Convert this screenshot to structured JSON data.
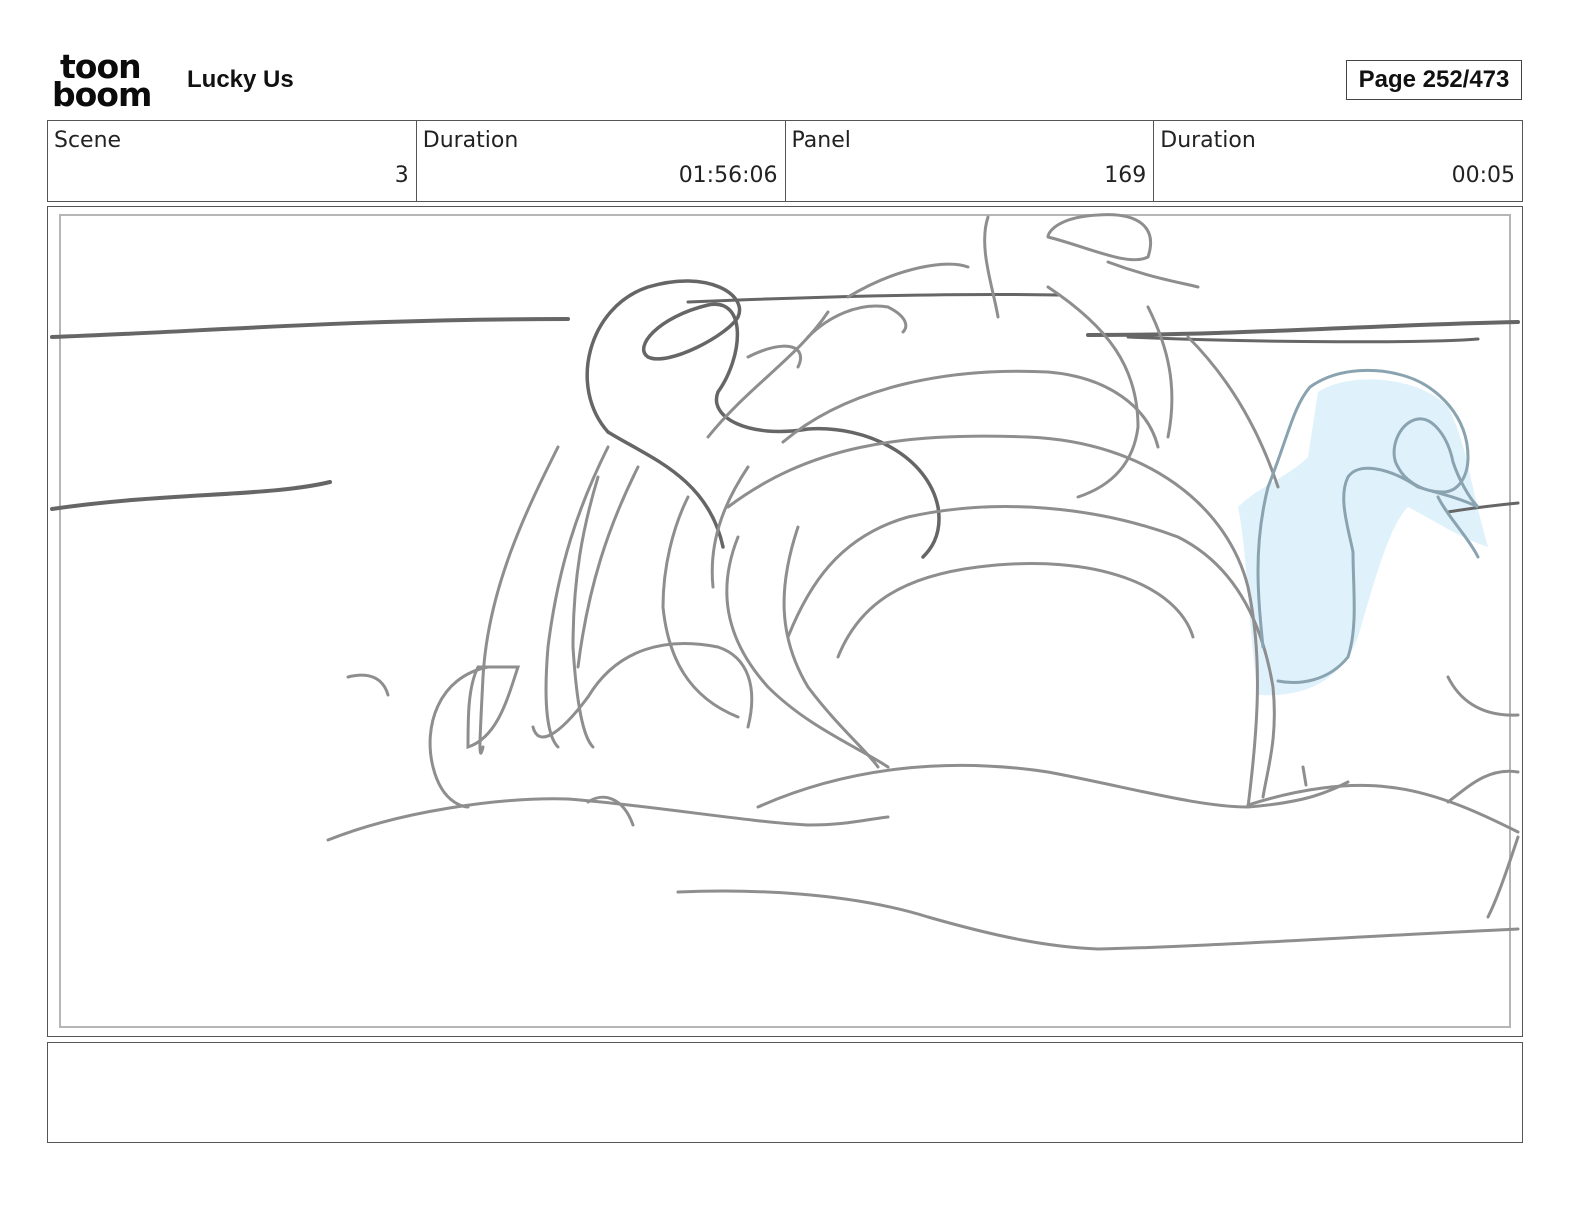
{
  "header": {
    "logo": {
      "line1": "toon",
      "line2": "boom"
    },
    "project_title": "Lucky Us",
    "page_label": "Page 252/473"
  },
  "info": {
    "scene_label": "Scene",
    "scene_value": "3",
    "scene_duration_label": "Duration",
    "scene_duration_value": "01:56:06",
    "panel_label": "Panel",
    "panel_value": "169",
    "panel_duration_label": "Duration",
    "panel_duration_value": "00:05"
  },
  "panel": {
    "sketch_color": "#8e8e8e",
    "dark_stroke_color": "#666666",
    "highlight_color": "#dff1fb"
  },
  "notes": {
    "text": ""
  }
}
